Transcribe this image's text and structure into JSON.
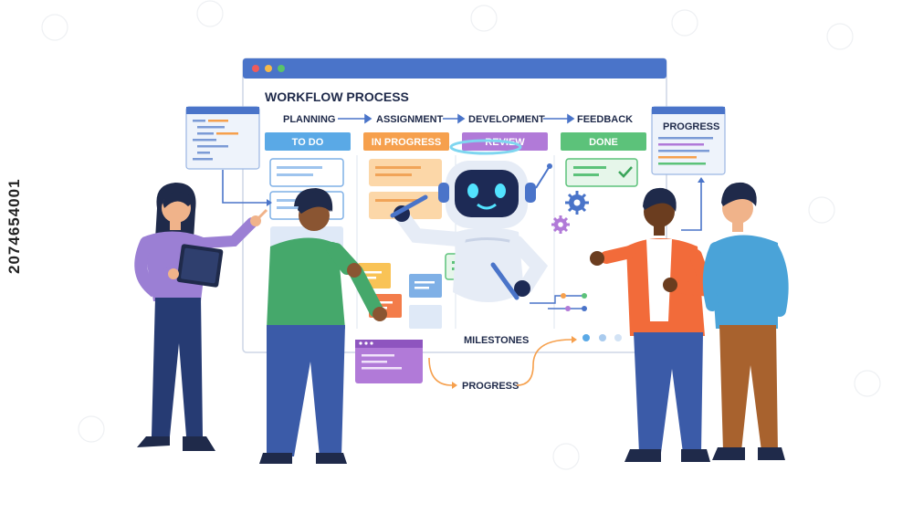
{
  "board": {
    "title": "WORKFLOW PROCESS",
    "stages": [
      "PLANNING",
      "ASSIGNMENT",
      "DEVELOPMENT",
      "FEEDBACK"
    ],
    "columns": [
      {
        "label": "TO DO",
        "color": "#5aa9e6"
      },
      {
        "label": "IN PROGRESS",
        "color": "#f6a04d"
      },
      {
        "label": "REVIEW",
        "color": "#b17ad8"
      },
      {
        "label": "DONE",
        "color": "#5cc27a"
      }
    ],
    "window_dots": [
      "#ef5b5b",
      "#f5b94a",
      "#59c36a"
    ],
    "accent": "#4a74c9"
  },
  "side_panel": {
    "title": "PROGRESS"
  },
  "labels": {
    "milestones": "MILESTONES",
    "progress": "PROGRESS"
  },
  "watermark": "2074654001"
}
